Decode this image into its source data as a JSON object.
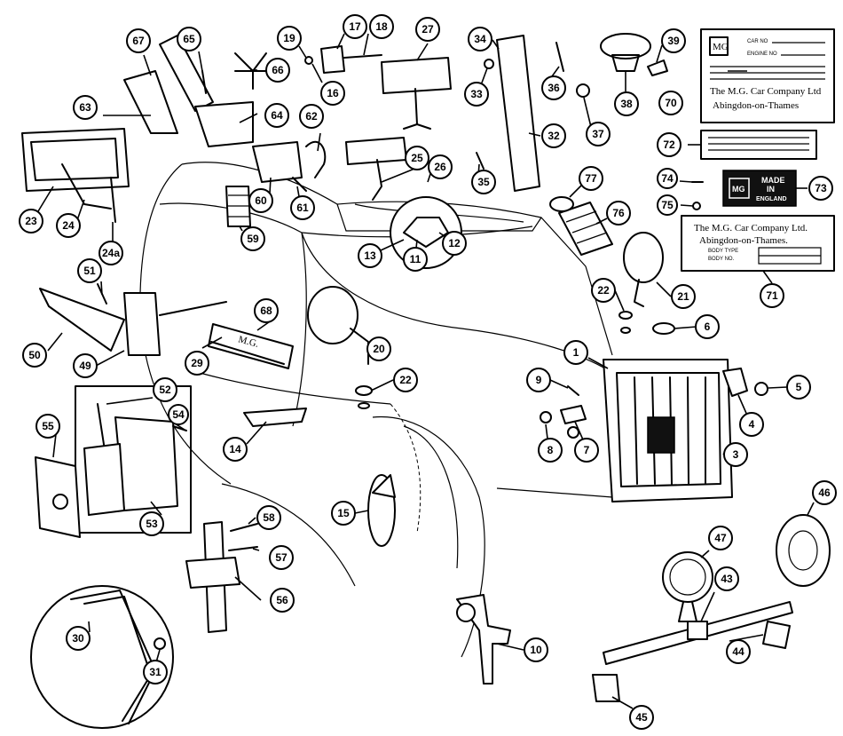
{
  "callouts": [
    {
      "label": "1"
    },
    {
      "label": "3"
    },
    {
      "label": "4"
    },
    {
      "label": "5"
    },
    {
      "label": "6"
    },
    {
      "label": "7"
    },
    {
      "label": "8"
    },
    {
      "label": "9"
    },
    {
      "label": "10"
    },
    {
      "label": "11"
    },
    {
      "label": "12"
    },
    {
      "label": "13"
    },
    {
      "label": "14"
    },
    {
      "label": "15"
    },
    {
      "label": "16"
    },
    {
      "label": "17"
    },
    {
      "label": "18"
    },
    {
      "label": "19"
    },
    {
      "label": "20"
    },
    {
      "label": "21"
    },
    {
      "label": "22"
    },
    {
      "label": "22"
    },
    {
      "label": "23"
    },
    {
      "label": "24"
    },
    {
      "label": "24a"
    },
    {
      "label": "25"
    },
    {
      "label": "26"
    },
    {
      "label": "27"
    },
    {
      "label": "29"
    },
    {
      "label": "30"
    },
    {
      "label": "31"
    },
    {
      "label": "32"
    },
    {
      "label": "33"
    },
    {
      "label": "34"
    },
    {
      "label": "35"
    },
    {
      "label": "36"
    },
    {
      "label": "37"
    },
    {
      "label": "38"
    },
    {
      "label": "39"
    },
    {
      "label": "43"
    },
    {
      "label": "44"
    },
    {
      "label": "45"
    },
    {
      "label": "46"
    },
    {
      "label": "47"
    },
    {
      "label": "49"
    },
    {
      "label": "50"
    },
    {
      "label": "51"
    },
    {
      "label": "52"
    },
    {
      "label": "53"
    },
    {
      "label": "54"
    },
    {
      "label": "55"
    },
    {
      "label": "56"
    },
    {
      "label": "57"
    },
    {
      "label": "58"
    },
    {
      "label": "59"
    },
    {
      "label": "60"
    },
    {
      "label": "61"
    },
    {
      "label": "62"
    },
    {
      "label": "63"
    },
    {
      "label": "64"
    },
    {
      "label": "65"
    },
    {
      "label": "66"
    },
    {
      "label": "67"
    },
    {
      "label": "68"
    },
    {
      "label": "70"
    },
    {
      "label": "71"
    },
    {
      "label": "72"
    },
    {
      "label": "73"
    },
    {
      "label": "74"
    },
    {
      "label": "75"
    },
    {
      "label": "76"
    },
    {
      "label": "77"
    }
  ],
  "plates": {
    "chassis_plate": {
      "logo": "MG",
      "line1": "The M.G. Car Company Ltd",
      "line2": "Abingdon-on-Thames",
      "field1": "CAR NO",
      "field2": "ENGINE NO"
    },
    "body_plate": {
      "line1": "The M.G. Car Company Ltd.",
      "line2": "Abingdon-on-Thames.",
      "field1": "BODY TYPE",
      "field2": "BODY NO."
    },
    "badge": {
      "logo": "MG",
      "line1": "MADE",
      "line2": "IN",
      "line3": "ENGLAND"
    }
  },
  "bonnet_script": "M.G."
}
